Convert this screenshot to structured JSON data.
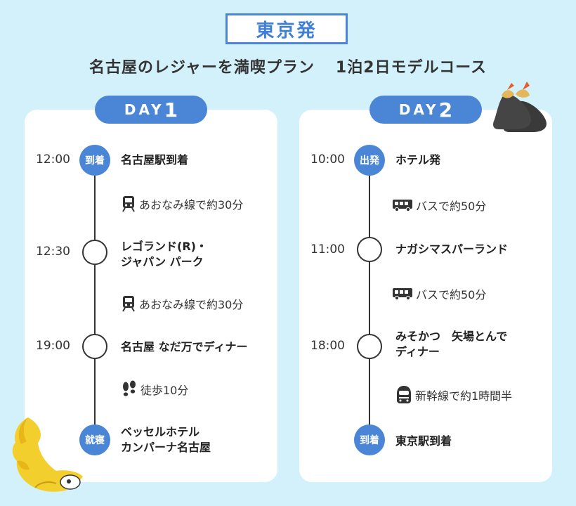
{
  "header": {
    "origin": "東京発",
    "title_main": "名古屋のレジャーを満喫プラン",
    "title_sub": "1泊2日モデルコース"
  },
  "day1": {
    "day_word": "DAY",
    "day_num": "1",
    "stops": [
      {
        "time": "12:00",
        "badge": "到着",
        "label": "名古屋駅到着"
      },
      {
        "time": "12:30",
        "badge": "",
        "label_line1": "レゴランド(R)・",
        "label_line2": "ジャパン パーク"
      },
      {
        "time": "19:00",
        "badge": "",
        "label": "名古屋 なだ万でディナー"
      },
      {
        "time": "",
        "badge": "就寝",
        "label_line1": "ベッセルホテル",
        "label_line2": "カンパーナ名古屋"
      }
    ],
    "transits": [
      {
        "icon": "train-icon",
        "text": "あおなみ線で約30分"
      },
      {
        "icon": "train-icon",
        "text": "あおなみ線で約30分"
      },
      {
        "icon": "footsteps-icon",
        "text": "徒歩10分"
      }
    ]
  },
  "day2": {
    "day_word": "DAY",
    "day_num": "2",
    "stops": [
      {
        "time": "10:00",
        "badge": "出発",
        "label": "ホテル発"
      },
      {
        "time": "11:00",
        "badge": "",
        "label": "ナガシマスパーランド"
      },
      {
        "time": "18:00",
        "badge": "",
        "label_line1": "みそかつ　矢場とんで",
        "label_line2": "ディナー"
      },
      {
        "time": "",
        "badge": "到着",
        "label": "東京駅到着"
      }
    ],
    "transits": [
      {
        "icon": "bus-icon",
        "text": "バスで約50分"
      },
      {
        "icon": "bus-icon",
        "text": "バスで約50分"
      },
      {
        "icon": "shinkansen-icon",
        "text": "新幹線で約1時間半"
      }
    ]
  },
  "colors": {
    "background": "#d3f1fb",
    "accent": "#4b86d6",
    "card": "#ffffff"
  }
}
